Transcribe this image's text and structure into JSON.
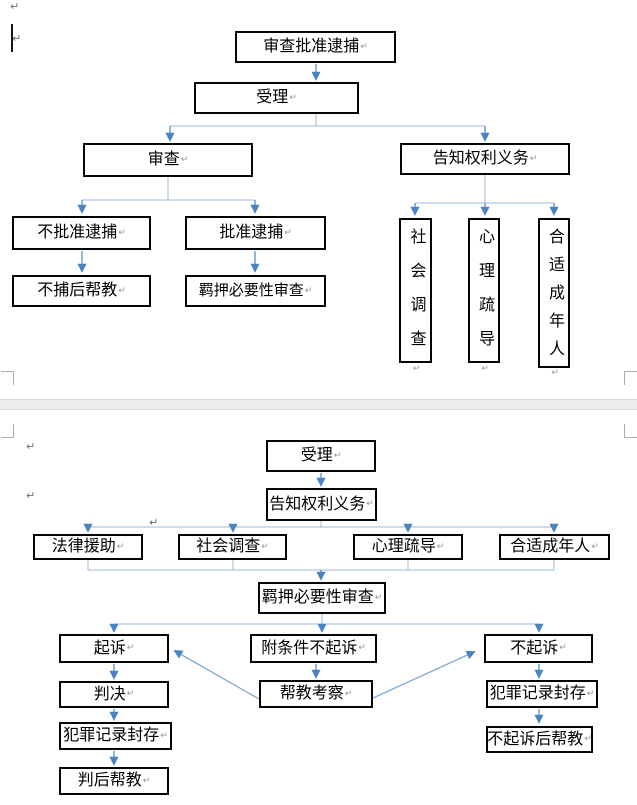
{
  "document": {
    "marks": {
      "paragraph_mark": "↵"
    }
  },
  "colors": {
    "connector_light": "#9fb9d6",
    "arrow_blue": "#5b8fc7",
    "arrowhead": "#4a82c2",
    "box_border": "#060606",
    "page_break_band": "#ececec"
  },
  "chart_data": [
    {
      "type": "flowchart",
      "page": 1,
      "nodes": [
        {
          "label": "审查批准逮捕"
        },
        {
          "label": "受理"
        },
        {
          "label": "审查"
        },
        {
          "label": "告知权利义务"
        },
        {
          "label": "不批准逮捕"
        },
        {
          "label": "批准逮捕"
        },
        {
          "label": "不捕后帮教"
        },
        {
          "label": "羁押必要性审查"
        },
        {
          "label": "社会调查",
          "orientation": "vertical"
        },
        {
          "label": "心理疏导",
          "orientation": "vertical"
        },
        {
          "label": "合适成年人",
          "orientation": "vertical"
        }
      ],
      "edges": [
        [
          "审查批准逮捕",
          "受理"
        ],
        [
          "受理",
          "审查"
        ],
        [
          "受理",
          "告知权利义务"
        ],
        [
          "审查",
          "不批准逮捕"
        ],
        [
          "审查",
          "批准逮捕"
        ],
        [
          "不批准逮捕",
          "不捕后帮教"
        ],
        [
          "批准逮捕",
          "羁押必要性审查"
        ],
        [
          "告知权利义务",
          "社会调查"
        ],
        [
          "告知权利义务",
          "心理疏导"
        ],
        [
          "告知权利义务",
          "合适成年人"
        ]
      ]
    },
    {
      "type": "flowchart",
      "page": 2,
      "nodes": [
        {
          "label": "受理"
        },
        {
          "label": "告知权利义务"
        },
        {
          "label": "法律援助"
        },
        {
          "label": "社会调查"
        },
        {
          "label": "心理疏导"
        },
        {
          "label": "合适成年人"
        },
        {
          "label": "羁押必要性审查"
        },
        {
          "label": "起诉"
        },
        {
          "label": "附条件不起诉"
        },
        {
          "label": "不起诉"
        },
        {
          "label": "判决"
        },
        {
          "label": "帮教考察"
        },
        {
          "label": "犯罪记录封存"
        },
        {
          "label": "犯罪记录封存"
        },
        {
          "label": "不起诉后帮教"
        },
        {
          "label": "判后帮教"
        }
      ],
      "edges": [
        [
          "受理",
          "告知权利义务"
        ],
        [
          "告知权利义务",
          "法律援助"
        ],
        [
          "告知权利义务",
          "社会调查"
        ],
        [
          "告知权利义务",
          "心理疏导"
        ],
        [
          "告知权利义务",
          "合适成年人"
        ],
        [
          "法律援助",
          "羁押必要性审查"
        ],
        [
          "社会调查",
          "羁押必要性审查"
        ],
        [
          "心理疏导",
          "羁押必要性审查"
        ],
        [
          "合适成年人",
          "羁押必要性审查"
        ],
        [
          "羁押必要性审查",
          "起诉"
        ],
        [
          "羁押必要性审查",
          "附条件不起诉"
        ],
        [
          "羁押必要性审查",
          "不起诉"
        ],
        [
          "起诉",
          "判决"
        ],
        [
          "判决",
          "犯罪记录封存"
        ],
        [
          "犯罪记录封存",
          "判后帮教"
        ],
        [
          "附条件不起诉",
          "帮教考察"
        ],
        [
          "帮教考察",
          "起诉"
        ],
        [
          "帮教考察",
          "不起诉"
        ],
        [
          "不起诉",
          "犯罪记录封存"
        ],
        [
          "犯罪记录封存",
          "不起诉后帮教"
        ]
      ]
    }
  ]
}
